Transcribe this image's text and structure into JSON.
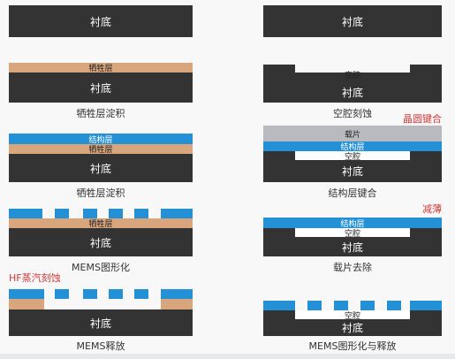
{
  "labels": {
    "substrate": "衬底",
    "sacrificial": "牺牲层",
    "structural": "结构层",
    "cavity": "空腔",
    "carrier": "载片"
  },
  "left_steps": [
    {
      "caption": "牺牲层淀积"
    },
    {
      "caption": "牺牲层淀积"
    },
    {
      "caption": "MEMS图形化"
    },
    {
      "caption": "MEMS释放",
      "note": "HF蒸汽刻蚀"
    }
  ],
  "right_steps": [
    {
      "caption": "空腔刻蚀"
    },
    {
      "caption": "结构层键合",
      "note": "晶圆键合"
    },
    {
      "caption": "载片去除",
      "note": "减薄"
    },
    {
      "caption": "MEMS图形化与释放"
    }
  ],
  "colors": {
    "substrate": "#333334",
    "sacrificial": "#d9a57c",
    "structural": "#2490d6",
    "carrier": "#b9b9c0",
    "note": "#d23a3a"
  }
}
